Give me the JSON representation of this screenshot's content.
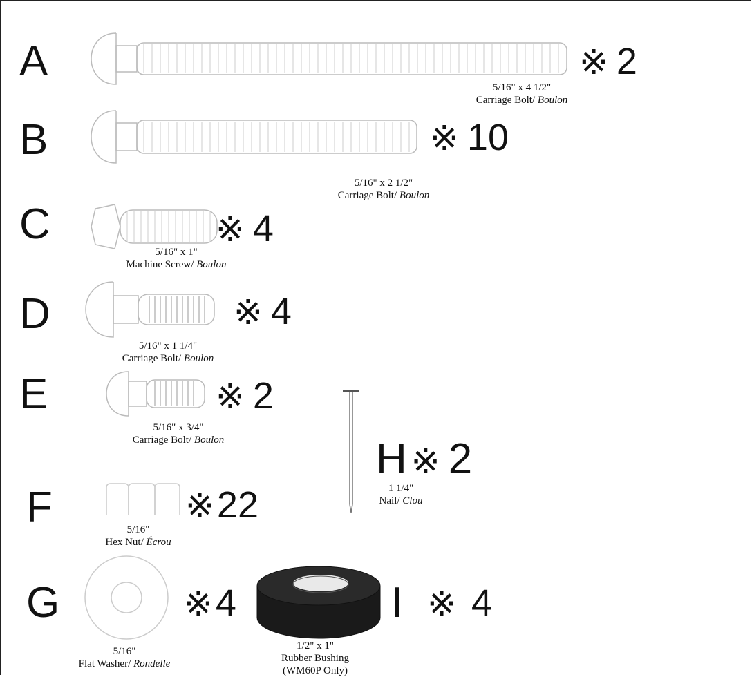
{
  "parts": [
    {
      "id": "A",
      "qty": "2",
      "size": "5/16\" x 4 1/2\"",
      "name": "Carriage Bolt/ ",
      "name_fr": "Boulon"
    },
    {
      "id": "B",
      "qty": "10",
      "size": "5/16\" x 2 1/2\"",
      "name": "Carriage Bolt/ ",
      "name_fr": "Boulon"
    },
    {
      "id": "C",
      "qty": "4",
      "size": "5/16\" x 1\"",
      "name": "Machine Screw/ ",
      "name_fr": "Boulon"
    },
    {
      "id": "D",
      "qty": "4",
      "size": "5/16\" x 1 1/4\"",
      "name": "Carriage Bolt/ ",
      "name_fr": "Boulon"
    },
    {
      "id": "E",
      "qty": "2",
      "size": "5/16\" x 3/4\"",
      "name": "Carriage Bolt/ ",
      "name_fr": "Boulon"
    },
    {
      "id": "F",
      "qty": "22",
      "size": "5/16\"",
      "name": "Hex Nut/ ",
      "name_fr": "Écrou"
    },
    {
      "id": "G",
      "qty": "4",
      "size": "5/16\"",
      "name": "Flat Washer/ ",
      "name_fr": "Rondelle"
    },
    {
      "id": "H",
      "qty": "2",
      "size": "1 1/4\"",
      "name": "Nail/ ",
      "name_fr": "Clou"
    },
    {
      "id": "I",
      "qty": "4",
      "size": "1/2\" x 1\"",
      "name": "Rubber Bushing",
      "name_fr": "",
      "note": "(WM60P Only)"
    }
  ],
  "symbols": {
    "times": "※"
  }
}
